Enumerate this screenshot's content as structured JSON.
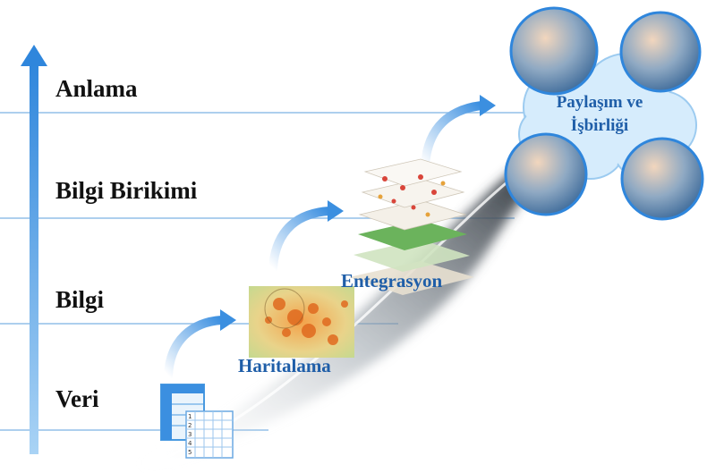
{
  "levels": {
    "anlama": "Anlama",
    "bilgi_birikimi": "Bilgi Birikimi",
    "bilgi": "Bilgi",
    "veri": "Veri"
  },
  "stages": {
    "haritalama": "Haritalama",
    "entegrasyon": "Entegrasyon"
  },
  "cloud": {
    "line1": "Paylaşım ve",
    "line2": "İşbirliği"
  },
  "grid_numbers": [
    "1",
    "2",
    "3",
    "4",
    "5"
  ],
  "colors": {
    "arrow_blue": "#3b8fe0",
    "label_blue": "#1f5ea8",
    "cloud_blue": "#cfe7fb",
    "line_blue": "#7fb4e6"
  }
}
